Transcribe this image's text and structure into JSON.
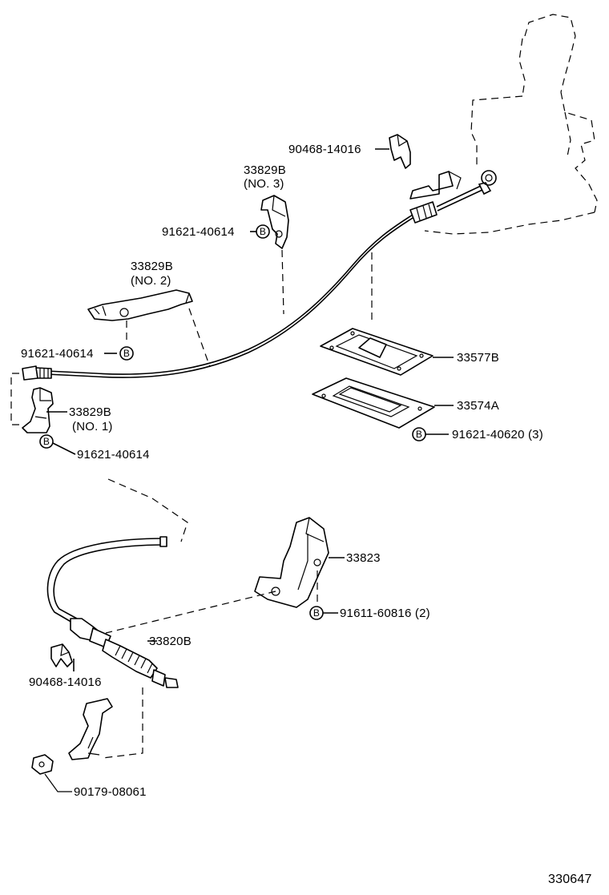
{
  "parts": {
    "clip_upper": "90468-14016",
    "bracket_no3_number": "33829B",
    "bracket_no3_tag": "(NO. 3)",
    "bolt_no3": "91621-40614",
    "bracket_no2_number": "33829B",
    "bracket_no2_tag": "(NO. 2)",
    "bolt_no2": "91621-40614",
    "bracket_no1_number": "33829B",
    "bracket_no1_tag": "(NO. 1)",
    "bolt_no1": "91621-40614",
    "boot_plate": "33577B",
    "boot_gasket": "33574A",
    "plate_bolts": "91621-40620 (3)",
    "cable_bracket": "33823",
    "bracket_bolts": "91611-60816 (2)",
    "select_cable": "33820B",
    "clip_lower": "90468-14016",
    "nut": "90179-08061"
  },
  "bolt_marker": "B",
  "figure_number": "330647"
}
